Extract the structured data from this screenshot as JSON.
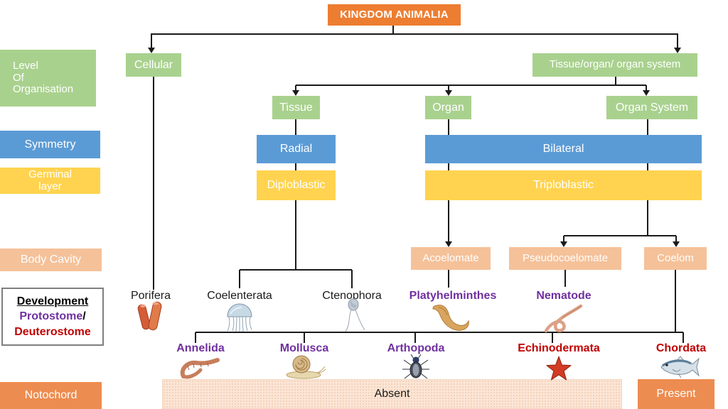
{
  "diagram": {
    "title": "KINGDOM ANIMALIA",
    "rows": {
      "level_of_organisation": {
        "label_lines": [
          "Level",
          "Of",
          "Organisation"
        ]
      },
      "symmetry": {
        "label": "Symmetry"
      },
      "germinal_layer": {
        "label_lines": [
          "Germinal",
          "layer"
        ]
      },
      "body_cavity": {
        "label": "Body Cavity"
      },
      "development": {
        "heading": "Development",
        "option1": "Protostome",
        "separator": "/",
        "option2": "Deuterostome"
      },
      "notochord": {
        "label": "Notochord"
      }
    },
    "nodes": {
      "cellular": "Cellular",
      "tissue_organ_system": "Tissue/organ/ organ system",
      "tissue": "Tissue",
      "organ": "Organ",
      "organ_system": "Organ System",
      "radial": "Radial",
      "bilateral": "Bilateral",
      "diploblastic": "Diploblastic",
      "triploblastic": "Triploblastic",
      "acoelomate": "Acoelomate",
      "pseudocoelomate": "Pseudocoelomate",
      "coelom": "Coelom",
      "absent": "Absent",
      "present": "Present"
    },
    "taxa": {
      "porifera": "Porifera",
      "coelenterata": "Coelenterata",
      "ctenophora": "Ctenophora",
      "platyhelminthes": "Platyhelminthes",
      "nematode": "Nematode",
      "annelida": "Annelida",
      "mollusca": "Mollusca",
      "arthopoda": "Arthopoda",
      "echinodermata": "Echinodermata",
      "chordata": "Chordata"
    },
    "icons": {
      "porifera": "sponge-icon",
      "coelenterata": "jellyfish-icon",
      "ctenophora": "comb-jelly-icon",
      "platyhelminthes": "flatworm-icon",
      "nematode": "roundworm-icon",
      "annelida": "earthworm-icon",
      "mollusca": "snail-icon",
      "arthopoda": "insect-icon",
      "echinodermata": "starfish-icon",
      "chordata": "fish-icon"
    },
    "colors": {
      "header_orange": "#ED7D31",
      "green": "#A9D18E",
      "blue": "#5B9BD5",
      "yellow": "#FFD34F",
      "peach": "#F5C199",
      "absent_background": "#FBE5D6",
      "notochord_orange": "#ED8C50",
      "protostome_purple": "#7030A0",
      "deuterostome_red": "#C00000"
    }
  }
}
